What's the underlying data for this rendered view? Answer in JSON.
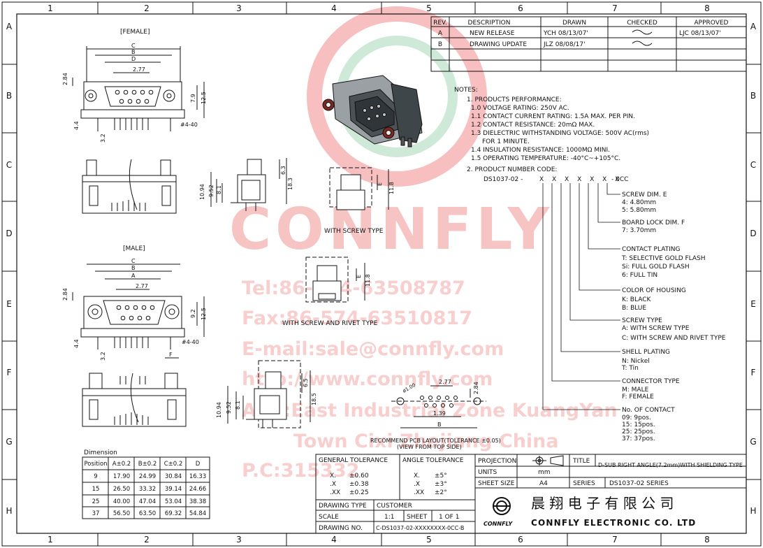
{
  "colors": {
    "line": "#111111",
    "watermark": "#f2b0b0",
    "watermark_green": "#9fd4b0"
  },
  "border": {
    "columns": [
      "1",
      "2",
      "3",
      "4",
      "5",
      "6",
      "7",
      "8"
    ],
    "rows": [
      "A",
      "B",
      "C",
      "D",
      "E",
      "F",
      "G",
      "H"
    ]
  },
  "revisions": {
    "headers": [
      "REV.",
      "DESCRIPTION",
      "DRAWN",
      "CHECKED",
      "APPROVED"
    ],
    "rows": [
      {
        "rev": "A",
        "desc": "NEW RELEASE",
        "drawn": "YCH  08/13/07'",
        "checked": "~",
        "approved": "LJC  08/13/07'"
      },
      {
        "rev": "B",
        "desc": "DRAWING UPDATE",
        "drawn": "JLZ  08/08/17'",
        "checked": "~",
        "approved": ""
      }
    ]
  },
  "notes": {
    "title": "NOTES:",
    "lines": [
      "1. PRODUCTS PERFORMANCE:",
      "1.0  VOLTAGE RATING: 250V AC.",
      "1.1  CONTACT CURRENT RATING: 1.5A MAX. PER PIN.",
      "1.2  CONTACT RESISTANCE: 20mΩ MAX.",
      "1.3  DIELECTRIC WITHSTANDING VOLTAGE: 500V AC(rms)",
      "FOR 1 MINUTE.",
      "1.4  INSULATION RESISTANCE: 1000MΩ MINI.",
      "1.5  OPERATING TEMPERATURE: -40°C~+105°C.",
      "2. PRODUCT NUMBER CODE:"
    ],
    "code_prefix": "DS1037-02 -",
    "code_x": "X X X X X X X",
    "code_suffix": "- 0CC"
  },
  "code_groups": [
    {
      "title": "SCREW DIM. E",
      "items": [
        "4: 4.80mm",
        "5: 5.80mm"
      ]
    },
    {
      "title": "BOARD LOCK DIM. F",
      "items": [
        "7: 3.70mm"
      ]
    },
    {
      "title": "CONTACT PLATING",
      "items": [
        "T: SELECTIVE GOLD FLASH",
        "Si: FULL GOLD FLASH",
        "6: FULL TIN"
      ]
    },
    {
      "title": "COLOR OF HOUSING",
      "items": [
        "K: BLACK",
        "B: BLUE"
      ]
    },
    {
      "title": "SCREW TYPE",
      "items": [
        "A: WITH SCREW TYPE",
        "C: WITH SCREW AND RIVET TYPE"
      ]
    },
    {
      "title": "SHELL PLATING",
      "items": [
        "N: Nickel",
        "T: Tin"
      ]
    },
    {
      "title": "CONNECTOR TYPE",
      "items": [
        "M: MALE",
        "F: FEMALE"
      ]
    },
    {
      "title": "No. OF CONTACT",
      "items": [
        "09: 9pos.",
        "15: 15pos.",
        "25: 25pos.",
        "37: 37pos."
      ]
    }
  ],
  "views": {
    "female": "[FEMALE]",
    "male": "[MALE]",
    "with_screw": "WITH SCREW TYPE",
    "with_screw_rivet": "WITH SCREW AND RIVET TYPE",
    "pcb_title": "RECOMMEND PCB LAYOUT(TOLERANCE ±0.05)",
    "pcb_sub": "(VIEW FROM TOP SIDE)"
  },
  "dims": {
    "C": "C",
    "B": "B",
    "D": "D",
    "A": "A",
    "F": "F",
    "E": "E",
    "d277": "2.77",
    "d284": "2.84",
    "d79": "7.9",
    "d125": "12.5",
    "d44": "4.4",
    "d32": "3.2",
    "d440": "#4-40",
    "d92": "9.2",
    "d1094": "10.94",
    "d952": "9.52",
    "d81": "8.1",
    "d63": "6.3",
    "d183": "18.3",
    "d118": "11.8",
    "d65": "6.5",
    "d185": "18.5",
    "d100": "ø1.00",
    "d139": "1.39"
  },
  "dimension_table": {
    "title": "Dimension",
    "headers": [
      "Position",
      "A±0.2",
      "B±0.2",
      "C±0.2",
      "D"
    ],
    "rows": [
      [
        "9",
        "17.90",
        "24.99",
        "30.84",
        "16.33"
      ],
      [
        "15",
        "26.50",
        "33.32",
        "39.14",
        "24.66"
      ],
      [
        "25",
        "40.00",
        "47.04",
        "53.04",
        "38.38"
      ],
      [
        "37",
        "56.50",
        "63.50",
        "69.32",
        "54.84"
      ]
    ]
  },
  "title_block": {
    "general_tol": "GENERAL TOLERANCE",
    "angle_tol": "ANGLE TOLERANCE",
    "gen_rows": [
      [
        "X.",
        "±0.60"
      ],
      [
        ".X",
        "±0.38"
      ],
      [
        ".XX",
        "±0.25"
      ]
    ],
    "ang_rows": [
      [
        "X.",
        "±5°"
      ],
      [
        ".X",
        "±3°"
      ],
      [
        ".XX",
        "±2°"
      ]
    ],
    "projection": "PROJECTION",
    "title_label": "TITLE",
    "title_value": "D-SUB RIGHT ANGLE(7.2mm)WITH SHIELDING TYPE",
    "units": "UNITS",
    "units_value": "mm",
    "sheet_size": "SHEET SIZE",
    "sheet_size_value": "A4",
    "series": "SERIES",
    "series_value": "DS1037-02 SERIES",
    "drawing_type": "DRAWING TYPE",
    "drawing_type_value": "CUSTOMER",
    "scale": "SCALE",
    "scale_value": "1:1",
    "sheet": "SHEET",
    "sheet_value": "1 OF 1",
    "drawing_no": "DRAWING NO.",
    "drawing_no_value": "C-DS1037-02-XXXXXXXX-0CC-B",
    "company_cn": "晨 翔 电 子 有 限 公 司",
    "company_en": "CONNFLY ELECTRONIC CO. LTD",
    "logo_text": "CONNFLY"
  },
  "watermark": {
    "brand": "CONNFLY",
    "lines": [
      "Tel:86-574-63508787",
      "Fax:86-574-63510817",
      "E-mail:sale@connfly.com",
      "http://www.connfly.com",
      "Add:East Industrial Zone KuangYan",
      "Town Cixi Zhejiang China",
      "P.C:315332"
    ]
  }
}
